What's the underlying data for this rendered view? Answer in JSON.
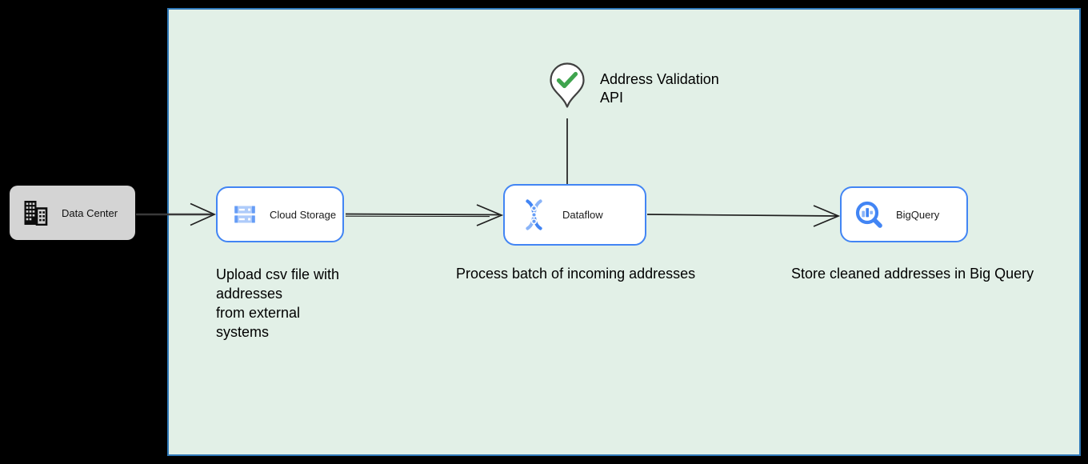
{
  "diagram": {
    "background_color": "#000000",
    "boundary": {
      "fill": "#E2F0E7",
      "border_color": "#2E78B8"
    },
    "external_node": {
      "label": "Data Center",
      "icon": "office-building-icon",
      "fill": "#D4D4D4"
    },
    "nodes": [
      {
        "label": "Cloud Storage",
        "icon": "cloud-storage-icon"
      },
      {
        "label": "Dataflow",
        "icon": "dataflow-icon"
      },
      {
        "label": "BigQuery",
        "icon": "bigquery-icon"
      }
    ],
    "node_style": {
      "fill": "#FFFFFF",
      "border_color": "#4285F4"
    },
    "annotation": {
      "text": "Address Validation\nAPI",
      "icon": "map-pin-check-icon",
      "check_color": "#3FA44E",
      "pin_outline_color": "#404040"
    },
    "captions": [
      {
        "text": "Upload csv file with\naddresses\nfrom external\nsystems"
      },
      {
        "text": "Process batch of incoming addresses"
      },
      {
        "text": "Store cleaned addresses in Big Query"
      }
    ],
    "edge_color": "#1f1f1f"
  }
}
